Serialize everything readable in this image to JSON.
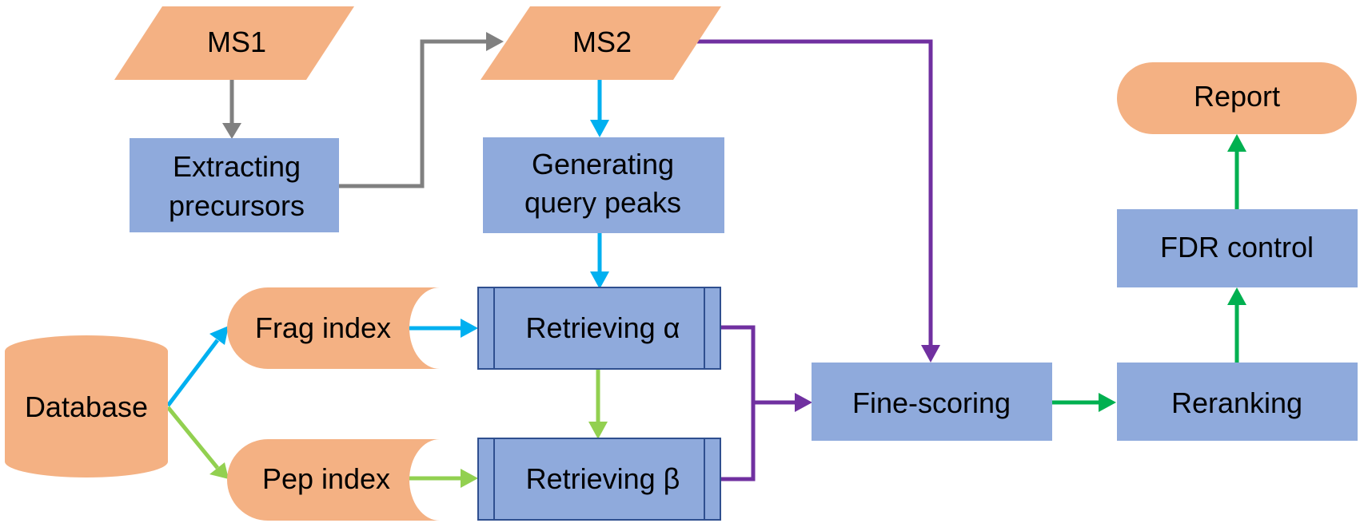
{
  "nodes": {
    "ms1": "MS1",
    "ms2": "MS2",
    "extracting_line1": "Extracting",
    "extracting_line2": "precursors",
    "generating_line1": "Generating",
    "generating_line2": "query peaks",
    "report": "Report",
    "fdr": "FDR control",
    "database": "Database",
    "frag_index": "Frag index",
    "pep_index": "Pep index",
    "retrieving_alpha": "Retrieving α",
    "retrieving_beta": "Retrieving β",
    "fine_scoring": "Fine-scoring",
    "reranking": "Reranking"
  },
  "colors": {
    "orange": "#f4b183",
    "blue": "#8faadc",
    "gray_arrow": "#808080",
    "cyan_arrow": "#00b0f0",
    "lightgreen_arrow": "#92d050",
    "purple_arrow": "#7030a0",
    "green_arrow": "#00b050"
  }
}
